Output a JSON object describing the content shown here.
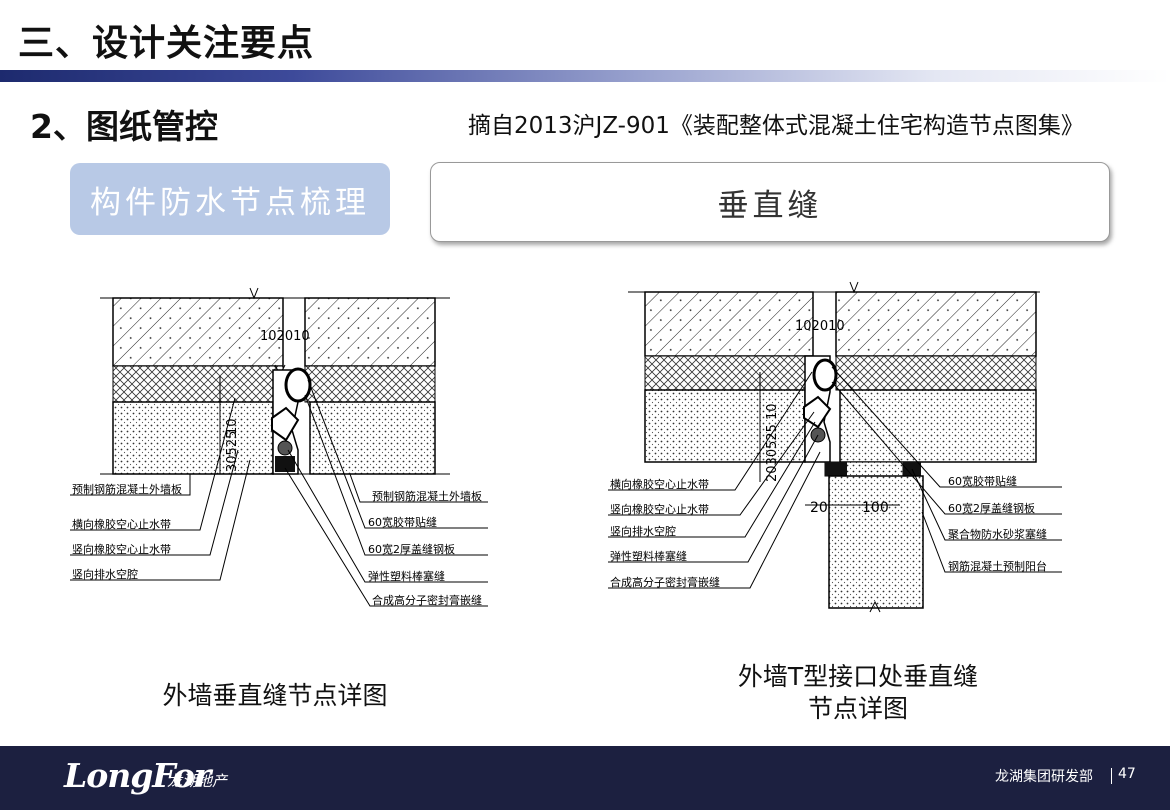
{
  "header": {
    "title": "三、设计关注要点"
  },
  "section": {
    "heading": "2、图纸管控",
    "source_note": "摘自2013沪JZ-901《装配整体式混凝土住宅构造节点图集》"
  },
  "tag": {
    "label": "构件防水节点梳理"
  },
  "topic": {
    "label": "垂直缝"
  },
  "colors": {
    "accent": "#1d2a6e",
    "footer_bg": "#1c2040",
    "tag_bg": "#b8c9e6"
  },
  "drawing_left": {
    "dimension_top": "102010",
    "dimension_side_a": "10",
    "dimension_side_b": "30525",
    "labels_left": [
      "预制钢筋混凝土外墙板",
      "横向橡胶空心止水带",
      "竖向橡胶空心止水带",
      "竖向排水空腔"
    ],
    "labels_right": [
      "预制钢筋混凝土外墙板",
      "60宽胶带贴缝",
      "60宽2厚盖缝钢板",
      "弹性塑料棒塞缝",
      "合成高分子密封膏嵌缝"
    ],
    "caption": "外墙垂直缝节点详图"
  },
  "drawing_right": {
    "dimension_top": "102010",
    "dimension_side_a": "10",
    "dimension_side_b": "2030525",
    "dimension_bottom_a": "20",
    "dimension_bottom_b": "100",
    "labels_left": [
      "横向橡胶空心止水带",
      "竖向橡胶空心止水带",
      "竖向排水空腔",
      "弹性塑料棒塞缝",
      "合成高分子密封膏嵌缝"
    ],
    "labels_right": [
      "60宽胶带贴缝",
      "60宽2厚盖缝钢板",
      "聚合物防水砂浆塞缝",
      "钢筋混凝土预制阳台"
    ],
    "caption_line1": "外墙T型接口处垂直缝",
    "caption_line2": "节点详图"
  },
  "footer": {
    "logo": "LongFor",
    "logo_cn": "龙湖地产",
    "org": "龙湖集团研发部",
    "page": "47"
  }
}
